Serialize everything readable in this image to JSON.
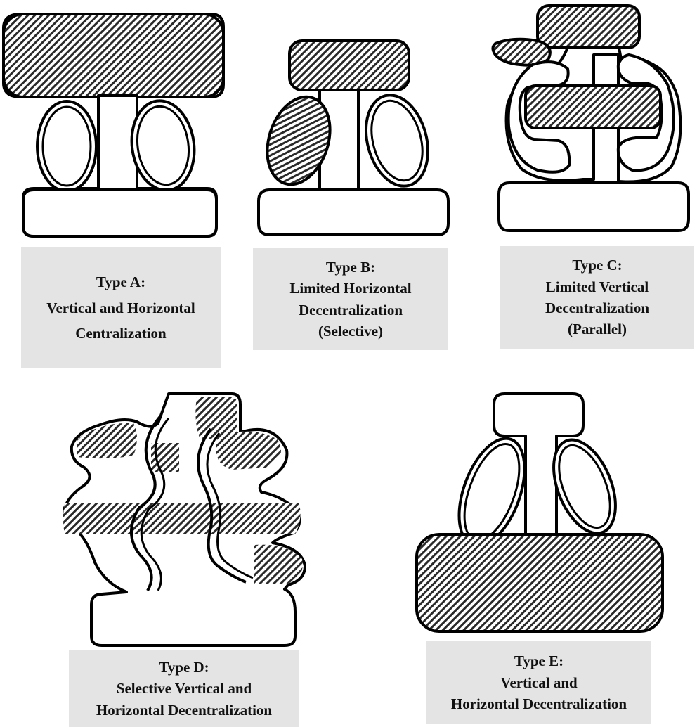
{
  "diagrams": [
    {
      "id": "A",
      "lines": [
        "Type A:",
        "Vertical and Horizontal",
        "Centralization"
      ],
      "shaded_parts": [
        "strategic-apex"
      ]
    },
    {
      "id": "B",
      "lines": [
        "Type B:",
        "Limited Horizontal",
        "Decentralization",
        "(Selective)"
      ],
      "shaded_parts": [
        "strategic-apex",
        "technostructure"
      ]
    },
    {
      "id": "C",
      "lines": [
        "Type C:",
        "Limited Vertical",
        "Decentralization",
        "(Parallel)"
      ],
      "shaded_parts": [
        "strategic-apex",
        "middle-line-band",
        "left-flare"
      ]
    },
    {
      "id": "D",
      "lines": [
        "Type D:",
        "Selective Vertical and",
        "Horizontal Decentralization"
      ],
      "shaded_parts": [
        "scattered-bands"
      ]
    },
    {
      "id": "E",
      "lines": [
        "Type E:",
        "Vertical and",
        "Horizontal Decentralization"
      ],
      "shaded_parts": [
        "operating-core"
      ]
    }
  ]
}
